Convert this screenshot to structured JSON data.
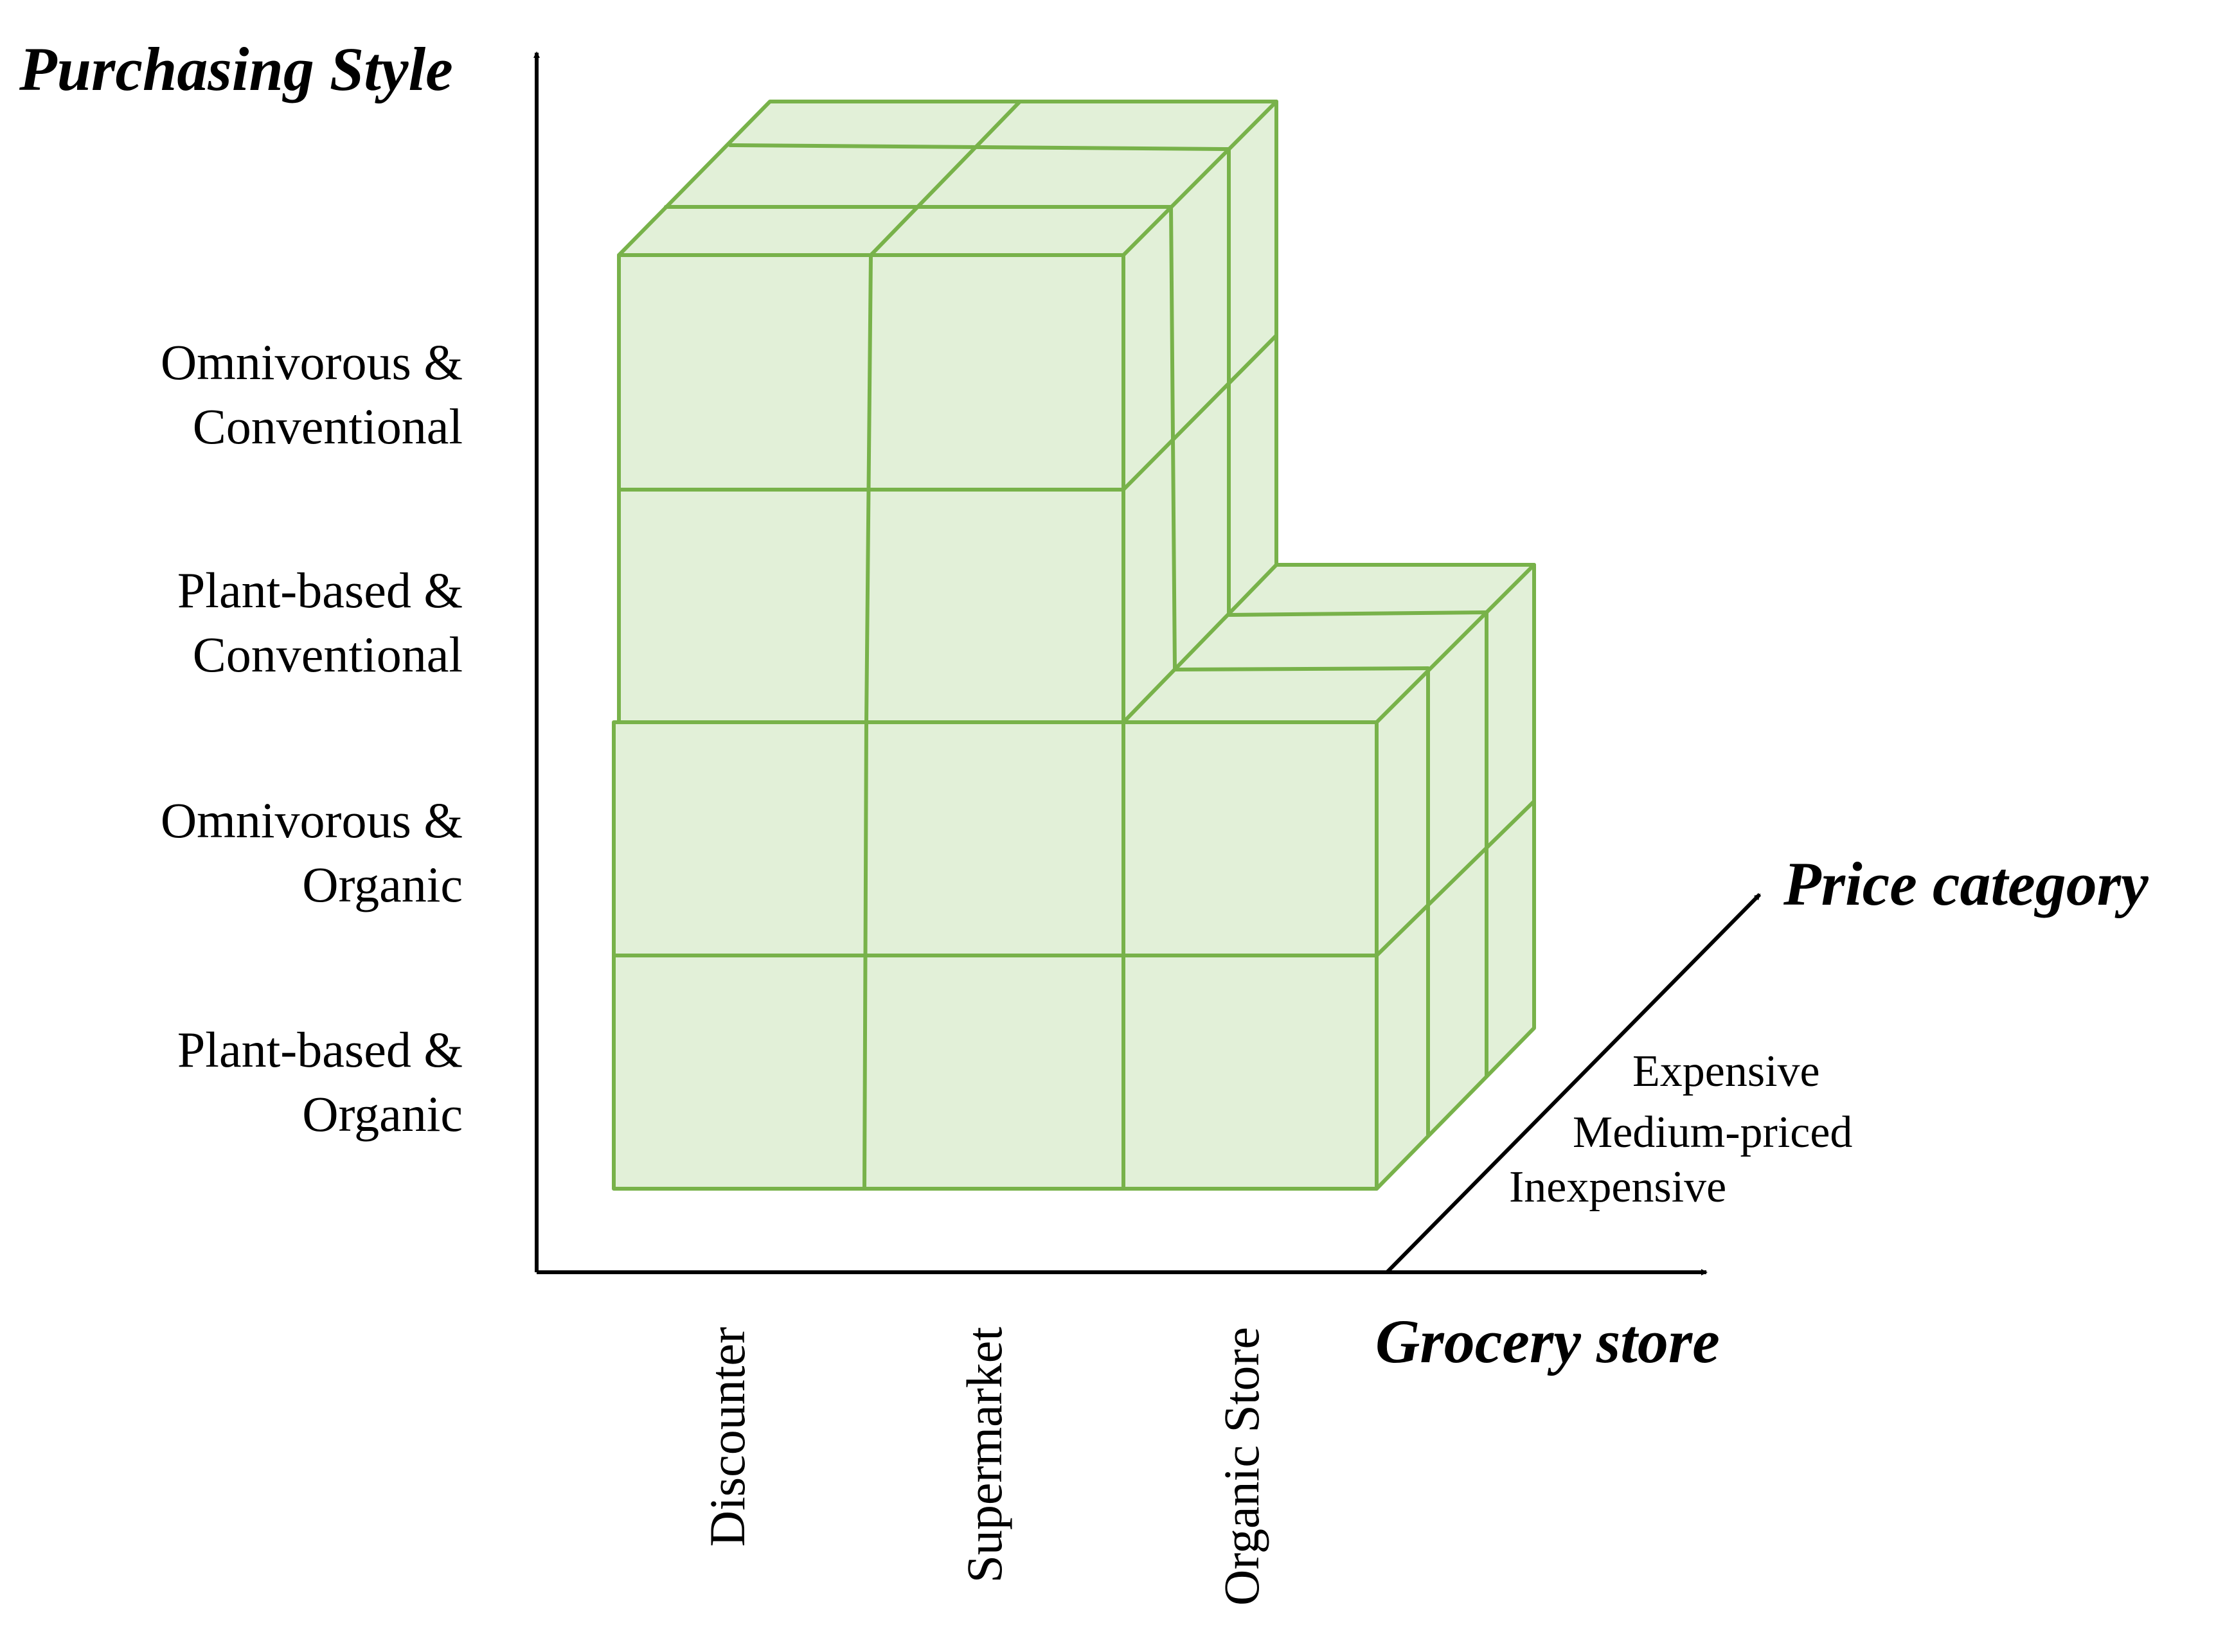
{
  "colors": {
    "cube_fill": "#e2f0d8",
    "cube_edge": "#78b24a",
    "axis": "#000000"
  },
  "axes": {
    "y_title": "Purchasing Style",
    "x_title": "Grocery store",
    "z_title": "Price category"
  },
  "purchasing_styles": [
    {
      "line1": "Omnivorous &",
      "line2": "Conventional"
    },
    {
      "line1": "Plant-based &",
      "line2": "Conventional"
    },
    {
      "line1": "Omnivorous &",
      "line2": "Organic"
    },
    {
      "line1": "Plant-based &",
      "line2": "Organic"
    }
  ],
  "grocery_stores": [
    "Discounter",
    "Supermarket",
    "Organic Store"
  ],
  "price_categories": [
    "Expensive",
    "Medium-priced",
    "Inexpensive"
  ]
}
